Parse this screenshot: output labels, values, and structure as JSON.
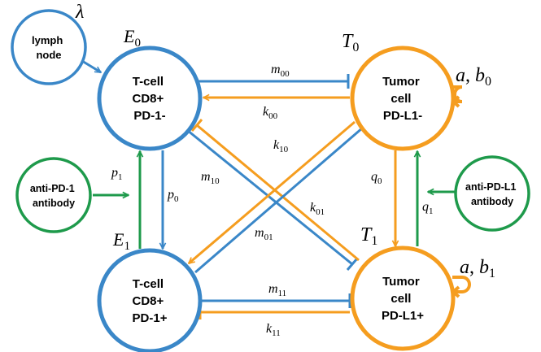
{
  "colors": {
    "blue": "#3a87c8",
    "orange": "#f59d1f",
    "green": "#1e9a4b"
  },
  "nodes": {
    "lymph": [
      "lymph",
      "node"
    ],
    "e0": [
      "T-cell",
      "CD8+",
      "PD-1-"
    ],
    "e1": [
      "T-cell",
      "CD8+",
      "PD-1+"
    ],
    "t0": [
      "Tumor",
      "cell",
      "PD-L1-"
    ],
    "t1": [
      "Tumor",
      "cell",
      "PD-L1+"
    ],
    "anti_pd1": [
      "anti-PD-1",
      "antibody"
    ],
    "anti_pdl1": [
      "anti-PD-L1",
      "antibody"
    ]
  },
  "labels": {
    "lambda": "λ",
    "e0": {
      "main": "E",
      "sub": "0"
    },
    "e1": {
      "main": "E",
      "sub": "1"
    },
    "t0": {
      "main": "T",
      "sub": "0"
    },
    "t1": {
      "main": "T",
      "sub": "1"
    },
    "ab0": {
      "a": "a",
      "sep": ", ",
      "b": "b",
      "sub": "0"
    },
    "ab1": {
      "a": "a",
      "sep": ", ",
      "b": "b",
      "sub": "1"
    },
    "m00": {
      "main": "m",
      "sub": "00"
    },
    "k00": {
      "main": "k",
      "sub": "00"
    },
    "k10": {
      "main": "k",
      "sub": "10"
    },
    "m10": {
      "main": "m",
      "sub": "10"
    },
    "k01": {
      "main": "k",
      "sub": "01"
    },
    "m01": {
      "main": "m",
      "sub": "01"
    },
    "m11": {
      "main": "m",
      "sub": "11"
    },
    "k11": {
      "main": "k",
      "sub": "11"
    },
    "p1": {
      "main": "p",
      "sub": "1"
    },
    "p0": {
      "main": "p",
      "sub": "0"
    },
    "q0": {
      "main": "q",
      "sub": "0"
    },
    "q1": {
      "main": "q",
      "sub": "1"
    }
  }
}
